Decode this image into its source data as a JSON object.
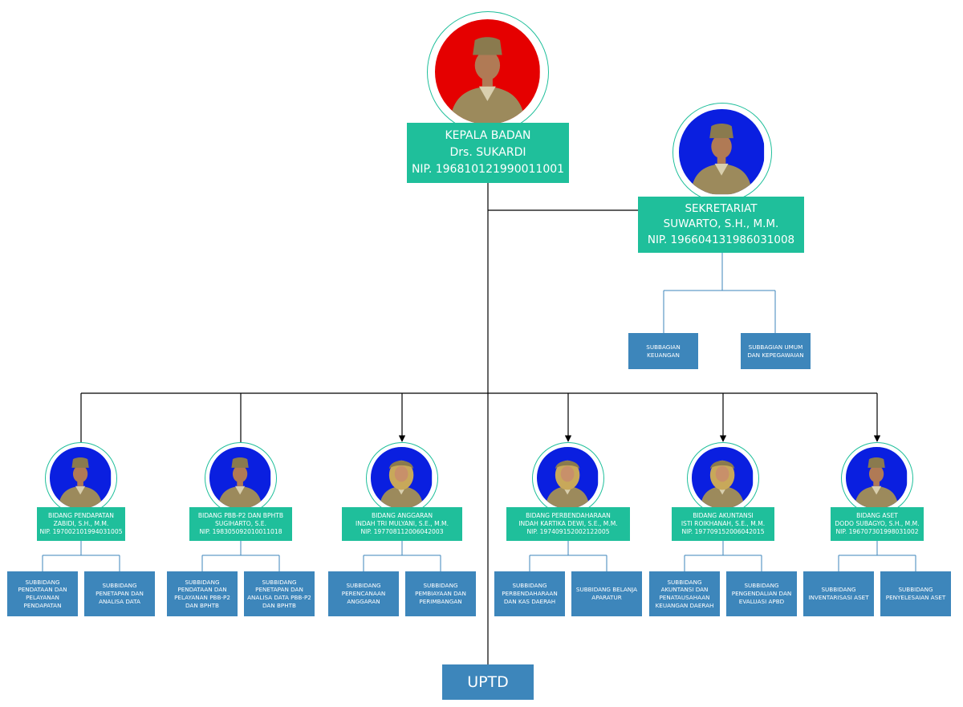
{
  "head": {
    "title": "KEPALA BADAN",
    "name": "Drs. SUKARDI",
    "nip": "NIP. 196810121990011001",
    "photo_bg": "#e50000"
  },
  "secretariat": {
    "title": "SEKRETARIAT",
    "name": "SUWARTO, S.H., M.M.",
    "nip": "NIP. 196604131986031008",
    "photo_bg": "#0a1fe0",
    "subunits": [
      "SUBBAGIAN KEUANGAN",
      "SUBBAGIAN UMUM DAN KEPEGAWAIAN"
    ]
  },
  "bidang": [
    {
      "title": "BIDANG PENDAPATAN",
      "name": "ZABIDI, S.H., M.M.",
      "nip": "NIP. 197002101994031005",
      "gender": "m",
      "subunits": [
        "SUBBIDANG PENDATAAN DAN PELAYANAN PENDAPATAN",
        "SUBBIDANG PENETAPAN DAN ANALISA DATA"
      ]
    },
    {
      "title": "BIDANG PBB-P2 DAN BPHTB",
      "name": "SUGIHARTO, S.E.",
      "nip": "NIP. 198305092010011018",
      "gender": "m",
      "subunits": [
        "SUBBIDANG PENDATAAN DAN PELAYANAN PBB-P2 DAN BPHTB",
        "SUBBIDANG PENETAPAN DAN ANALISA DATA PBB-P2 DAN BPHTB"
      ]
    },
    {
      "title": "BIDANG ANGGARAN",
      "name": "INDAH TRI MULYANI, S.E., M.M.",
      "nip": "NIP. 197708112006042003",
      "gender": "f",
      "subunits": [
        "SUBBIDANG PERENCANAAN ANGGARAN",
        "SUBBIDANG PEMBIAYAAN DAN PERIMBANGAN"
      ]
    },
    {
      "title": "BIDANG PERBENDAHARAAN",
      "name": "INDAH KARTIKA DEWI, S.E., M.M.",
      "nip": "NIP. 197409152002122005",
      "gender": "f",
      "subunits": [
        "SUBBIDANG PERBENDAHARAAN DAN KAS DAERAH",
        "SUBBIDANG BELANJA APARATUR"
      ]
    },
    {
      "title": "BIDANG AKUNTANSI",
      "name": "ISTI ROIKHANAH, S.E., M.M.",
      "nip": "NIP. 197709152006042015",
      "gender": "f",
      "subunits": [
        "SUBBIDANG AKUNTANSI DAN PENATAUSAHAAN KEUANGAN DAERAH",
        "SUBBIDANG PENGENDALIAN DAN EVALUASI APBD"
      ]
    },
    {
      "title": "BIDANG ASET",
      "name": "DODO SUBAGYO, S.H., M.M.",
      "nip": "NIP. 196707301998031002",
      "gender": "m",
      "subunits": [
        "SUBBIDANG INVENTARISASI ASET",
        "SUBBIDANG PENYELESAIAN ASET"
      ]
    }
  ],
  "uptd": {
    "label": "UPTD"
  },
  "colors": {
    "accent": "#1fbf9b",
    "subunit": "#3d86bb",
    "photo_bg": "#0a1fe0",
    "uniform": "#9c8a5c",
    "line_main": "#000000",
    "line_sub": "#3d86bb"
  }
}
